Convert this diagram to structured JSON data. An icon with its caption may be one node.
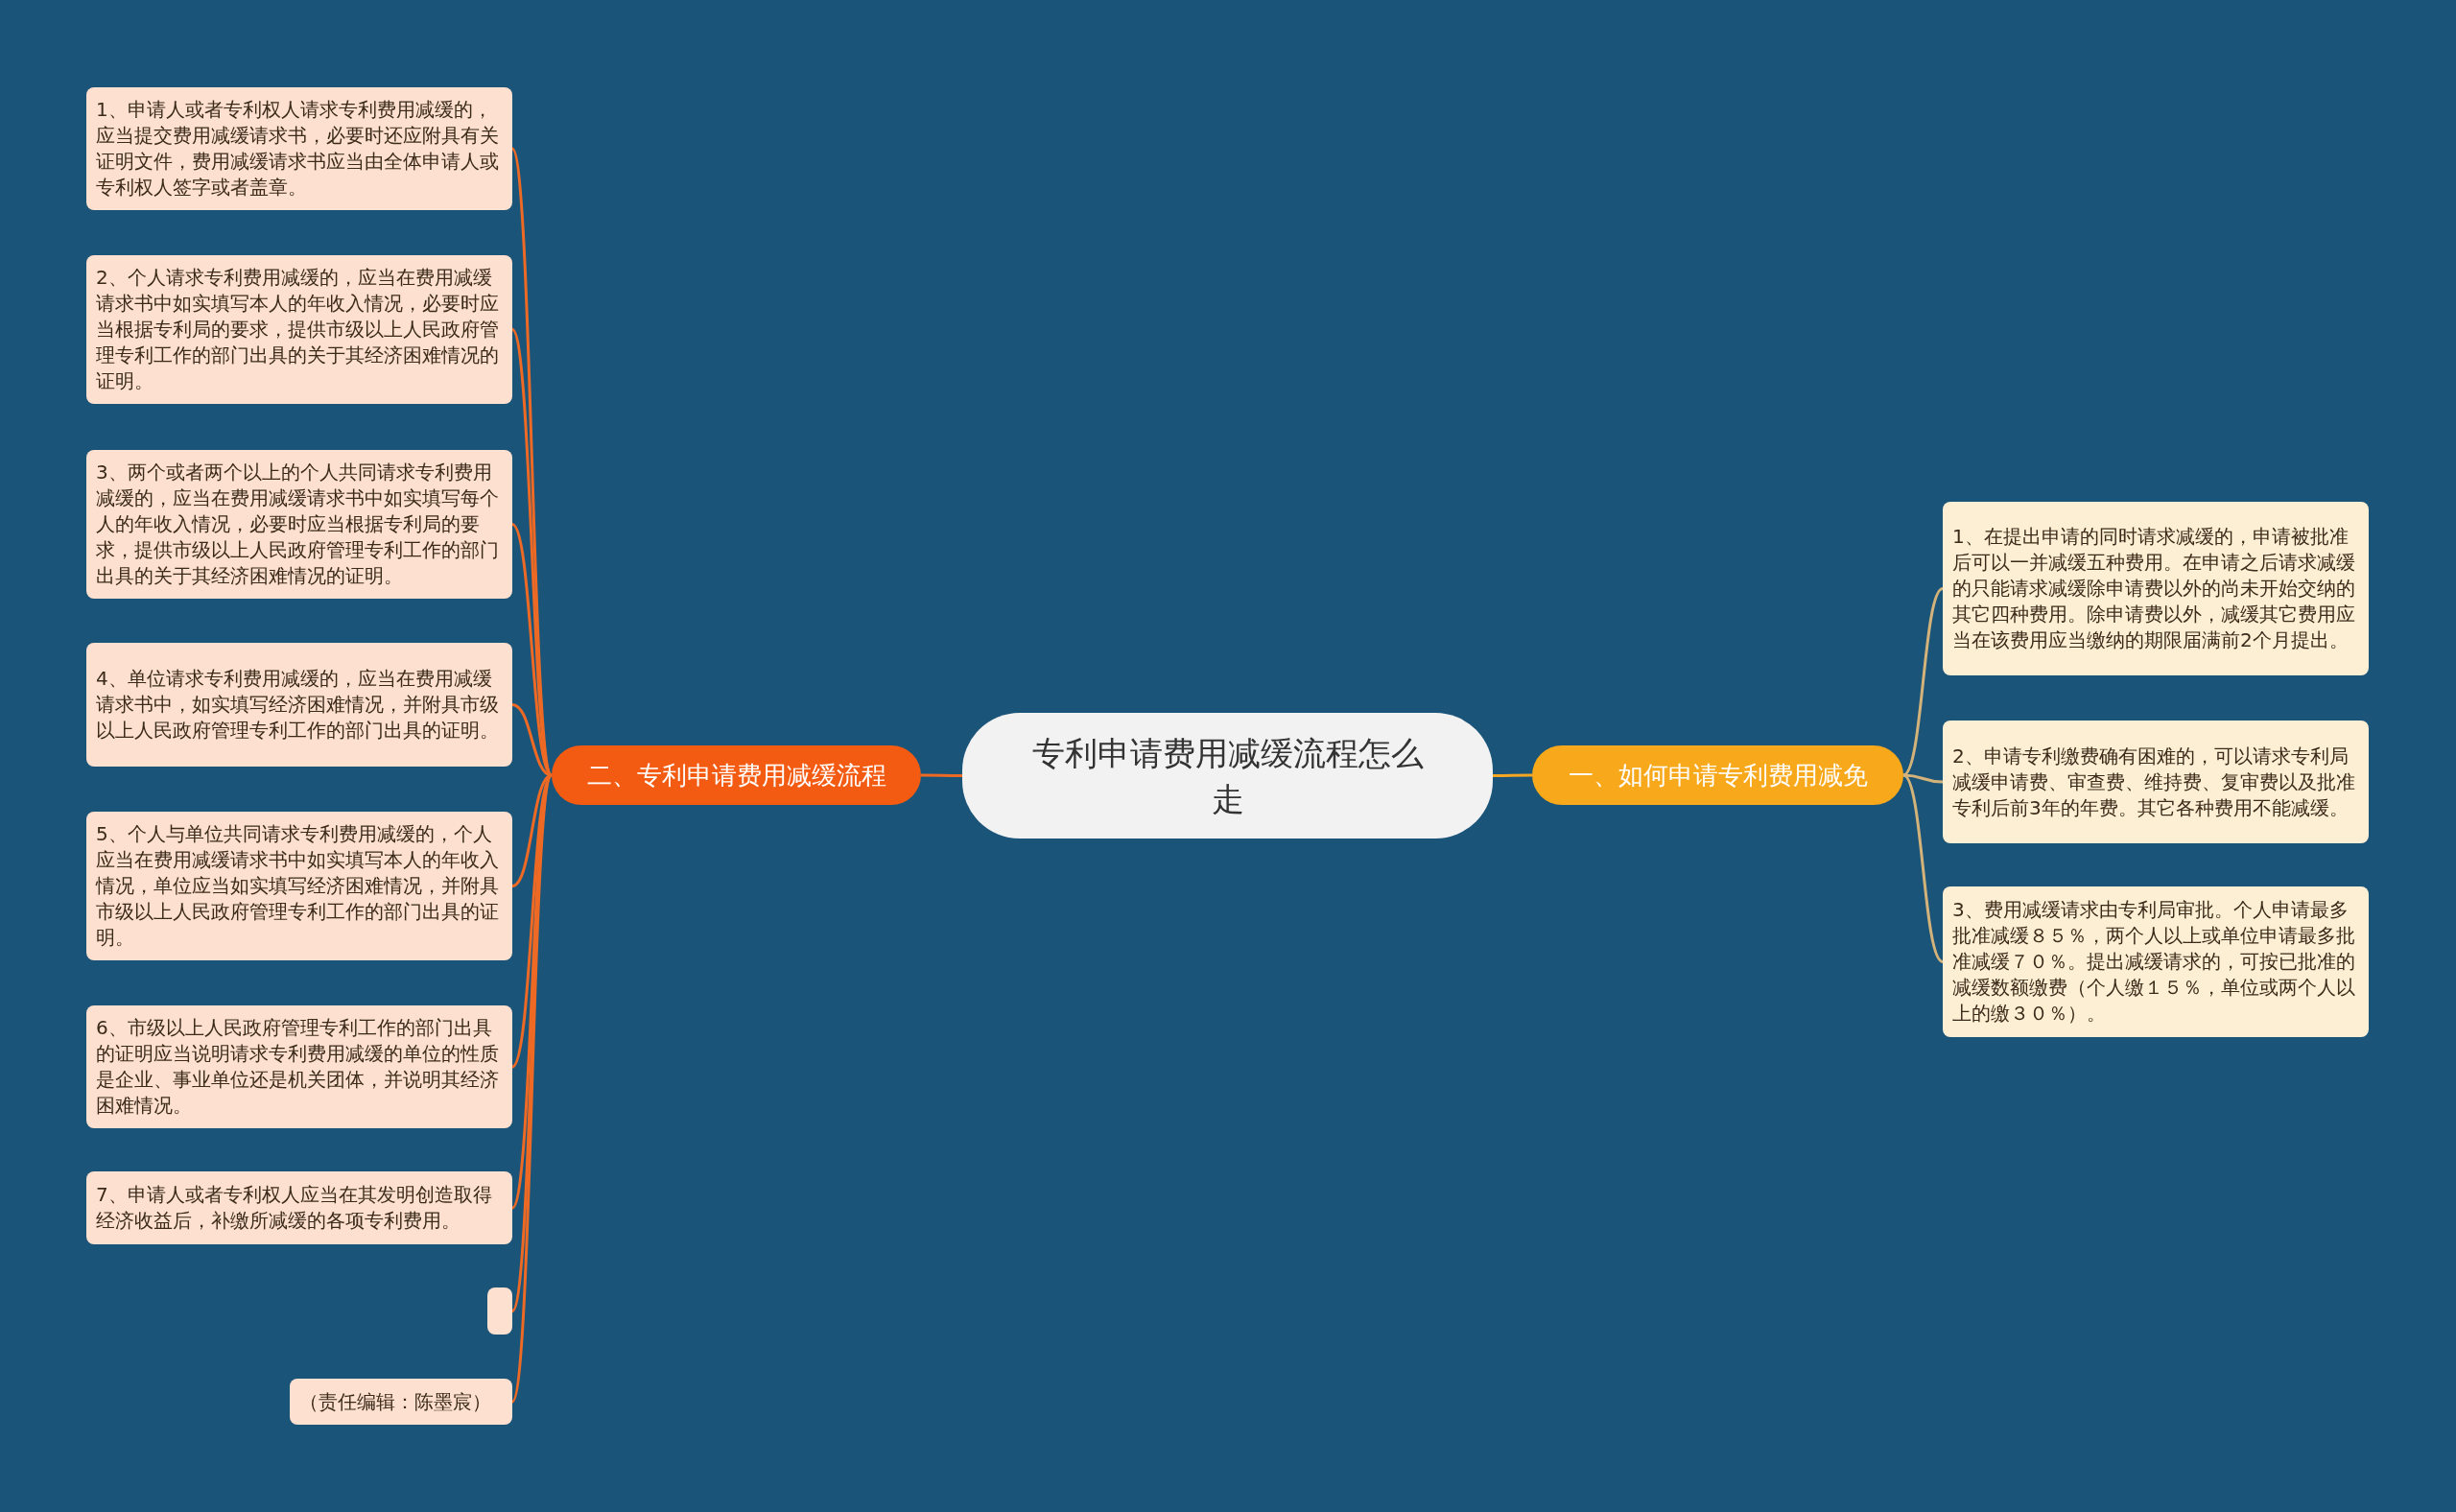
{
  "diagram": {
    "nodes": [
      {
        "text": [
          "专利申请费用减缓流程怎么走"
        ]
      },
      {
        "text": [
          "一、如何申请专利费用减免"
        ]
      },
      {
        "text": [
          "1、在提出申请的同时请求减缓的，申请被批准后可以一并减缓五种费用。在申请之后请求减缓的只能请求减缓除申请费以外的尚未开始交纳的其它四种费用。除申请费以外，减缓其它费用应当在该费用应当缴纳的期限届满前2个月提出。"
        ]
      },
      {
        "text": [
          "2、申请专利缴费确有困难的，可以请求专利局减缓申请费、审查费、维持费、复审费以及批准专利后前3年的年费。其它各种费用不能减缓。"
        ]
      },
      {
        "text": [
          "3、费用减缓请求由专利局审批。个人申请最多批准减缓８５％，两个人以上或单位申请最多批准减缓７０％。提出减缓请求的，可按已批准的减缓数额缴费（个人缴１５％，单位或两个人以上的缴３０％）。"
        ]
      },
      {
        "text": [
          "二、专利申请费用减缓流程"
        ]
      },
      {
        "text": [
          "1、申请人或者专利权人请求专利费用减缓的，应当提交费用减缓请求书，必要时还应附具有关证明文件，费用减缓请求书应当由全体申请人或专利权人签字或者盖章。"
        ]
      },
      {
        "text": [
          "2、个人请求专利费用减缓的，应当在费用减缓请求书中如实填写本人的年收入情况，必要时应当根据专利局的要求，提供市级以上人民政府管理专利工作的部门出具的关于其经济困难情况的证明。"
        ]
      },
      {
        "text": [
          "3、两个或者两个以上的个人共同请求专利费用减缓的，应当在费用减缓请求书中如实填写每个人的年收入情况，必要时应当根据专利局的要求，提供市级以上人民政府管理专利工作的部门出具的关于其经济困难情况的证明。"
        ]
      },
      {
        "text": [
          "4、单位请求专利费用减缓的，应当在费用减缓请求书中，如实填写经济困难情况，并附具市级以上人民政府管理专利工作的部门出具的证明。"
        ]
      },
      {
        "text": [
          "5、个人与单位共同请求专利费用减缓的，个人应当在费用减缓请求书中如实填写本人的年收入情况，单位应当如实填写经济困难情况，并附具市级以上人民政府管理专利工作的部门出具的证明。"
        ]
      },
      {
        "text": [
          "6、市级以上人民政府管理专利工作的部门出具的证明应当说明请求专利费用减缓的单位的性质是企业、事业单位还是机关团体，并说明其经济困难情况。"
        ]
      },
      {
        "text": [
          "7、申请人或者专利权人应当在其发明创造取得经济收益后，补缴所减缓的各项专利费用。"
        ]
      },
      {
        "text": [],
        "shape": "box"
      },
      {
        "text": [
          "（责任编辑：陈墨宸）"
        ]
      }
    ],
    "edges": [
      {
        "from": 0,
        "to": 1,
        "arrow": "none",
        "color": "#f5a623"
      },
      {
        "from": 1,
        "to": 2,
        "arrow": "none",
        "color": "#d4b37a"
      },
      {
        "from": 1,
        "to": 3,
        "arrow": "none",
        "color": "#d4b37a"
      },
      {
        "from": 1,
        "to": 4,
        "arrow": "none",
        "color": "#d4b37a"
      },
      {
        "from": 0,
        "to": 5,
        "arrow": "none"
      },
      {
        "from": 5,
        "to": 6,
        "arrow": "none"
      },
      {
        "from": 5,
        "to": 7,
        "arrow": "none"
      },
      {
        "from": 5,
        "to": 8,
        "arrow": "none"
      },
      {
        "from": 5,
        "to": 9,
        "arrow": "none"
      },
      {
        "from": 5,
        "to": 10,
        "arrow": "none"
      },
      {
        "from": 5,
        "to": 11,
        "arrow": "none"
      },
      {
        "from": 5,
        "to": 12,
        "arrow": "none"
      },
      {
        "from": 5,
        "to": 13,
        "arrow": "none"
      },
      {
        "from": 5,
        "to": 14,
        "arrow": "none"
      }
    ]
  }
}
